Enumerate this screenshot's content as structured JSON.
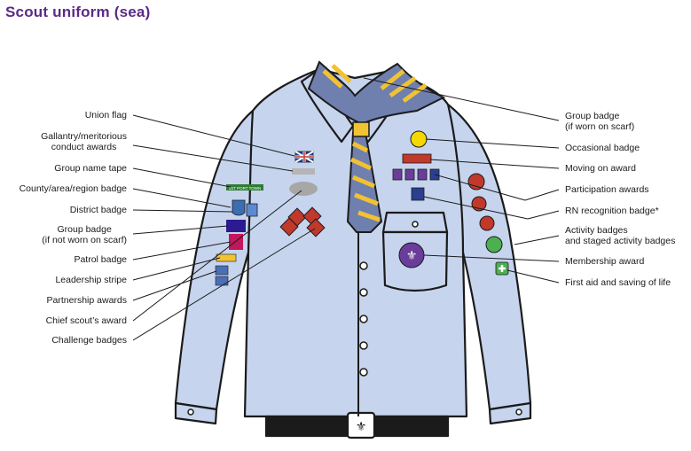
{
  "title": "Scout uniform (sea)",
  "left_labels": [
    {
      "text": "Union flag"
    },
    {
      "text": "Gallantry/meritorious\nconduct awards"
    },
    {
      "text": "Group name tape"
    },
    {
      "text": "County/area/region badge"
    },
    {
      "text": "District badge"
    },
    {
      "text": "Group badge\n(if not worn on scarf)"
    },
    {
      "text": "Patrol badge"
    },
    {
      "text": "Leadership stripe"
    },
    {
      "text": "Partnership awards"
    },
    {
      "text": "Chief scout’s award"
    },
    {
      "text": "Challenge badges"
    }
  ],
  "right_labels": [
    {
      "text": "Group badge\n(if worn on scarf)"
    },
    {
      "text": "Occasional badge"
    },
    {
      "text": "Moving on award"
    },
    {
      "text": "Participation awards"
    },
    {
      "text": "RN recognition badge*"
    },
    {
      "text": "Activity badges\nand staged activity badges"
    },
    {
      "text": "Membership award"
    },
    {
      "text": "First aid and saving of life"
    }
  ],
  "colors": {
    "title": "#5b2a86",
    "shirt": "#c6d4ee",
    "shirt_outline": "#1b1b1b",
    "scarf_blue": "#6f7fae",
    "scarf_yellow": "#f1c232",
    "purple_badge": "#6a3d9a",
    "red_badge": "#c0392b",
    "green_badge": "#4caf50",
    "yellow_badge": "#f5d800"
  },
  "badge_text": {
    "group_name_tape": "1ST PORT TOWN"
  }
}
